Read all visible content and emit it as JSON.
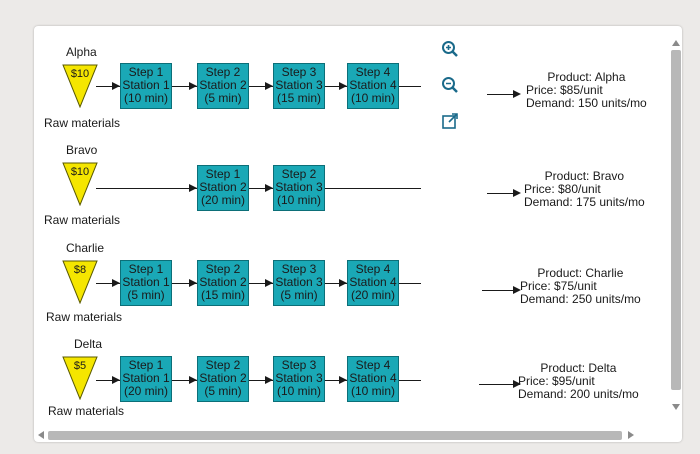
{
  "products": [
    {
      "name": "Alpha",
      "price_tag": "$10",
      "raw_label": "Raw materials",
      "steps": [
        {
          "step": "Step 1",
          "station": "Station 1",
          "time": "(10 min)"
        },
        {
          "step": "Step 2",
          "station": "Station 2",
          "time": "(5 min)"
        },
        {
          "step": "Step 3",
          "station": "Station 3",
          "time": "(15 min)"
        },
        {
          "step": "Step 4",
          "station": "Station 4",
          "time": "(10 min)"
        }
      ],
      "info": {
        "product": "Product: Alpha",
        "price": "Price: $85/unit",
        "demand": "Demand: 150 units/mo"
      }
    },
    {
      "name": "Bravo",
      "price_tag": "$10",
      "raw_label": "Raw materials",
      "steps": [
        {
          "step": "Step 1",
          "station": "Station 2",
          "time": "(20 min)"
        },
        {
          "step": "Step 2",
          "station": "Station 3",
          "time": "(10 min)"
        }
      ],
      "info": {
        "product": "Product: Bravo",
        "price": "Price: $80/unit",
        "demand": "Demand: 175 units/mo"
      }
    },
    {
      "name": "Charlie",
      "price_tag": "$8",
      "raw_label": "Raw materials",
      "steps": [
        {
          "step": "Step 1",
          "station": "Station 1",
          "time": "(5 min)"
        },
        {
          "step": "Step 2",
          "station": "Station 2",
          "time": "(15 min)"
        },
        {
          "step": "Step 3",
          "station": "Station 3",
          "time": "(5 min)"
        },
        {
          "step": "Step 4",
          "station": "Station 4",
          "time": "(20 min)"
        }
      ],
      "info": {
        "product": "Product: Charlie",
        "price": "Price: $75/unit",
        "demand": "Demand: 250 units/mo"
      }
    },
    {
      "name": "Delta",
      "price_tag": "$5",
      "raw_label": "Raw materials",
      "steps": [
        {
          "step": "Step 1",
          "station": "Station 1",
          "time": "(20 min)"
        },
        {
          "step": "Step 2",
          "station": "Station 2",
          "time": "(5 min)"
        },
        {
          "step": "Step 3",
          "station": "Station 3",
          "time": "(10 min)"
        },
        {
          "step": "Step 4",
          "station": "Station 4",
          "time": "(10 min)"
        }
      ],
      "info": {
        "product": "Product: Delta",
        "price": "Price: $95/unit",
        "demand": "Demand: 200 units/mo"
      }
    }
  ],
  "toolbar": {
    "zoom_in": "zoom-in-icon",
    "zoom_out": "zoom-out-icon",
    "popout": "popout-icon"
  },
  "colors": {
    "station": "#1aa8b6",
    "triangle": "#f5e600",
    "icon": "#1a6a8a"
  }
}
